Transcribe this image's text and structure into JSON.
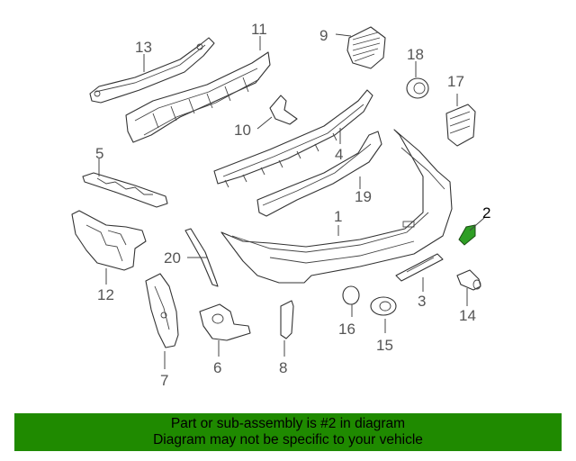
{
  "callouts": {
    "c1": "1",
    "c2": "2",
    "c3": "3",
    "c4": "4",
    "c5": "5",
    "c6": "6",
    "c7": "7",
    "c8": "8",
    "c9": "9",
    "c10": "10",
    "c11": "11",
    "c12": "12",
    "c13": "13",
    "c14": "14",
    "c15": "15",
    "c16": "16",
    "c17": "17",
    "c18": "18",
    "c19": "19",
    "c20": "20"
  },
  "highlight_part": "2",
  "colors": {
    "banner": "#1f8a00",
    "highlight_part": "#2e9e24",
    "line_art": "#333333"
  },
  "footer": {
    "line1": "Part or sub-assembly is #2 in diagram",
    "line2": "Diagram may not be specific to your vehicle"
  }
}
